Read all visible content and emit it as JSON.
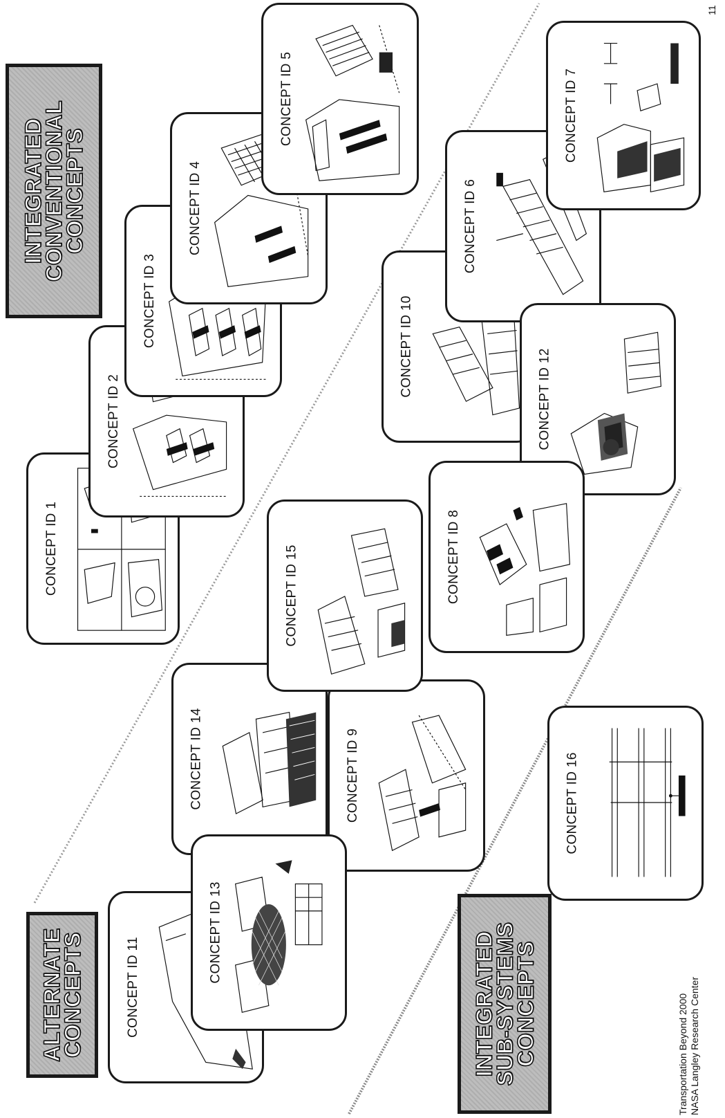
{
  "banners": {
    "integrated_conventional": [
      "INTEGRATED",
      "CONVENTIONAL",
      "CONCEPTS"
    ],
    "alternate": [
      "ALTERNATE",
      "CONCEPTS"
    ],
    "integrated_subsystems": [
      "INTEGRATED",
      "SUB-SYSTEMS",
      "CONCEPTS"
    ]
  },
  "concepts": {
    "c1": "CONCEPT ID 1",
    "c2": "CONCEPT ID 2",
    "c3": "CONCEPT ID 3",
    "c4": "CONCEPT ID 4",
    "c5": "CONCEPT ID 5",
    "c6": "CONCEPT ID 6",
    "c7": "CONCEPT ID 7",
    "c8": "CONCEPT ID 8",
    "c9": "CONCEPT ID 9",
    "c10": "CONCEPT ID 10",
    "c11": "CONCEPT ID 11",
    "c12": "CONCEPT ID 12",
    "c13": "CONCEPT ID 13",
    "c14": "CONCEPT ID 14",
    "c15": "CONCEPT ID 15",
    "c16": "CONCEPT ID 16"
  },
  "footer": {
    "line1": "Transportation Beyond 2000",
    "line2": "NASA Langley Research Center",
    "page_number": "11"
  }
}
